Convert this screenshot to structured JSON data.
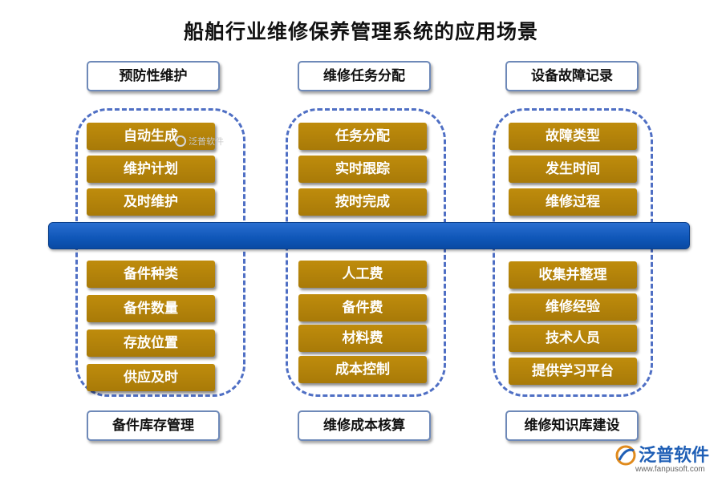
{
  "title": "船舶行业维修保养管理系统的应用场景",
  "columns": [
    {
      "top_label": "预防性维护",
      "top_items": [
        "自动生成",
        "维护计划",
        "及时维护"
      ],
      "bottom_items": [
        "备件种类",
        "备件数量",
        "存放位置",
        "供应及时"
      ],
      "bottom_label": "备件库存管理"
    },
    {
      "top_label": "维修任务分配",
      "top_items": [
        "任务分配",
        "实时跟踪",
        "按时完成"
      ],
      "bottom_items": [
        "人工费",
        "备件费",
        "材料费",
        "成本控制"
      ],
      "bottom_label": "维修成本核算"
    },
    {
      "top_label": "设备故障记录",
      "top_items": [
        "故障类型",
        "发生时间",
        "维修过程"
      ],
      "bottom_items": [
        "收集并整理",
        "维修经验",
        "技术人员",
        "提供学习平台"
      ],
      "bottom_label": "维修知识库建设"
    }
  ],
  "watermark": "泛普软件",
  "logo": {
    "name": "泛普软件",
    "url": "www.fanpusoft.com"
  },
  "colors": {
    "item_fill": "#b8860b",
    "bar": "#1560c0",
    "dashed_border": "#4f6fc4",
    "label_border": "#6e89b8"
  }
}
